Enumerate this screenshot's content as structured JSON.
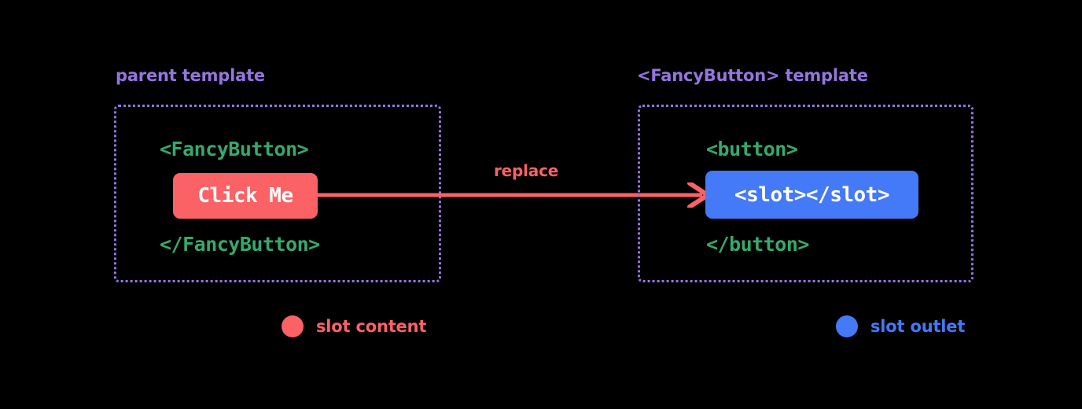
{
  "diagram": {
    "title_hidden": "Vue slot content replaced by slot outlet",
    "background_color": "#000000",
    "colors": {
      "purple": "#9575E0",
      "green": "#37A96C",
      "red": "#FB6266",
      "blue": "#4479F7",
      "white": "#FFFFFF"
    }
  },
  "left_panel": {
    "title": "parent template",
    "code_open": "<FancyButton>",
    "code_close": "</FancyButton>",
    "chip_label": "Click Me"
  },
  "right_panel": {
    "title": "<FancyButton> template",
    "code_open": "<button>",
    "code_close": "</button>",
    "chip_label": "<slot></slot>"
  },
  "arrow": {
    "label": "replace",
    "direction": "left-to-right"
  },
  "legend": [
    {
      "label": "slot content",
      "color": "#FB6266",
      "icon": "filled-circle"
    },
    {
      "label": "slot outlet",
      "color": "#4479F7",
      "icon": "filled-circle"
    }
  ]
}
